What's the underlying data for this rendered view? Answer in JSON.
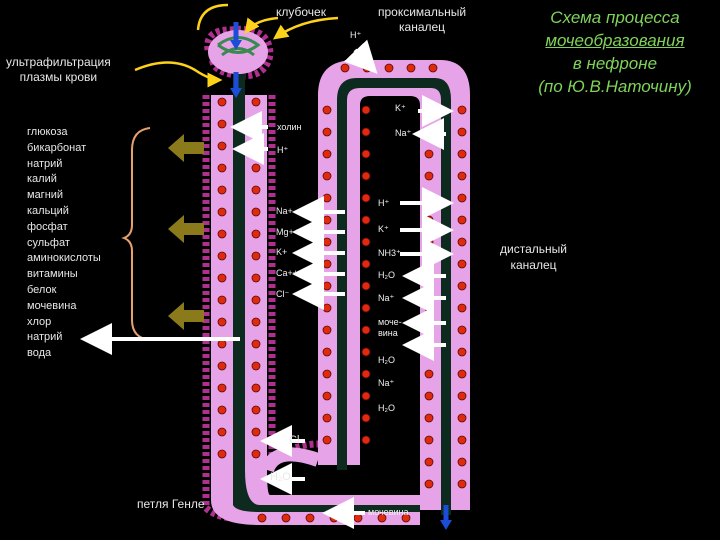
{
  "title": {
    "line1": "Схема процесса",
    "line2": "мочеобразования",
    "line3": "в нефроне",
    "line4": "(по Ю.В.Наточину)"
  },
  "labels": {
    "glomerulus": "клубочек",
    "proximal_line1": "проксимальный",
    "proximal_line2": "каналец",
    "ultrafiltration_line1": "ультрафильтрация",
    "ultrafiltration_line2": "плазмы крови",
    "distal_line1": "дистальный",
    "distal_line2": "каналец",
    "loop": "петля Генле"
  },
  "reabsorbed_substances": [
    "глюкоза",
    "бикарбонат",
    "натрий",
    "калий",
    "магний",
    "кальций",
    "фосфат",
    "сульфат",
    "аминокислоты",
    "витамины",
    "белок",
    "мочевина",
    "хлор",
    "натрий",
    "вода"
  ],
  "ions": {
    "h_top": "H⁺",
    "k_top": "K⁺",
    "na_top": "Na⁺",
    "choline": "холин",
    "h_left": "H⁺",
    "na_left": "Na+",
    "mg_left": "Mg++",
    "k_left": "K+",
    "ca_left": "Ca++",
    "cl_left": "Cl⁻",
    "h_right": "H⁺",
    "k_right": "K⁺",
    "nh3_right": "NH3⁺",
    "h2o_right1": "H₂O",
    "na_right1": "Na⁺",
    "urea_right_line1": "моче-",
    "urea_right_line2": "вина",
    "h2o_right2": "H₂O",
    "na_right2": "Na⁺",
    "h2o_right3": "H₂O",
    "cl_bottom": "Cl",
    "h2o_bottom": "H₂O",
    "urea_bottom": "мочевина"
  },
  "colors": {
    "tubule_wall": "#e7a3e7",
    "tubule_lumen": "#0d2a1e",
    "cell_dot": "#e02a10",
    "capillary": "#b0308f",
    "title": "#7fd35a",
    "brace": "#e9a06a",
    "arrow_olive": "#8a7a1c",
    "urine_arrow": "#1b4dd6"
  }
}
